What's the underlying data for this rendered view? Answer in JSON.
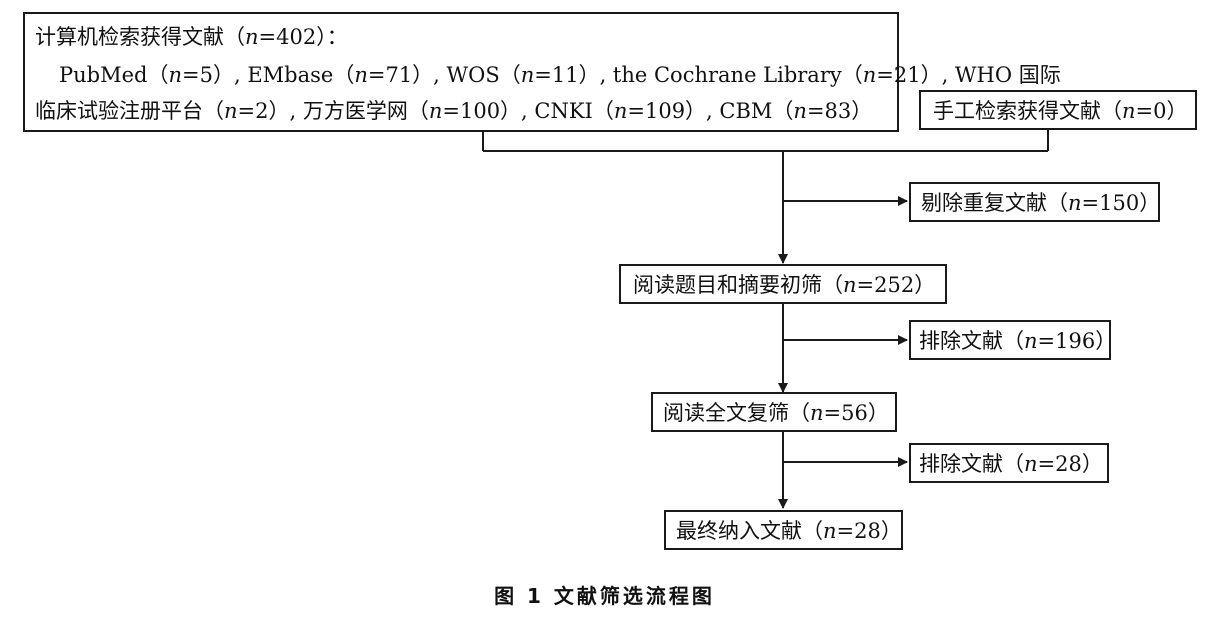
{
  "boxes": {
    "computer_search": {
      "line1": {
        "pre": "计算机检索获得文献（",
        "n": "n",
        "post": "=402）："
      },
      "line2": [
        {
          "t": "PubMed（"
        },
        {
          "t": "n",
          "i": true
        },
        {
          "t": "=5）, EMbase（"
        },
        {
          "t": "n",
          "i": true
        },
        {
          "t": "=71）, WOS（"
        },
        {
          "t": "n",
          "i": true
        },
        {
          "t": "=11）, the Cochrane Library（"
        },
        {
          "t": "n",
          "i": true
        },
        {
          "t": "=21）, WHO 国际"
        }
      ],
      "line3": [
        {
          "t": "临床试验注册平台（"
        },
        {
          "t": "n",
          "i": true
        },
        {
          "t": "=2）, 万方医学网（"
        },
        {
          "t": "n",
          "i": true
        },
        {
          "t": "=100）, CNKI（"
        },
        {
          "t": "n",
          "i": true
        },
        {
          "t": "=109）, CBM（"
        },
        {
          "t": "n",
          "i": true
        },
        {
          "t": "=83）"
        }
      ]
    },
    "manual_search": {
      "pre": "手工检索获得文献（",
      "n": "n",
      "post": "=0）"
    },
    "remove_duplicates": {
      "pre": "剔除重复文献（",
      "n": "n",
      "post": "=150）"
    },
    "title_abstract": {
      "pre": "阅读题目和摘要初筛（",
      "n": "n",
      "post": "=252）"
    },
    "exclude_1": {
      "pre": "排除文献（",
      "n": "n",
      "post": "=196）"
    },
    "full_text": {
      "pre": "阅读全文复筛（",
      "n": "n",
      "post": "=56）"
    },
    "exclude_2": {
      "pre": "排除文献（",
      "n": "n",
      "post": "=28）"
    },
    "final_included": {
      "pre": "最终纳入文献（",
      "n": "n",
      "post": "=28）"
    }
  },
  "caption": "图 1   文献筛选流程图"
}
